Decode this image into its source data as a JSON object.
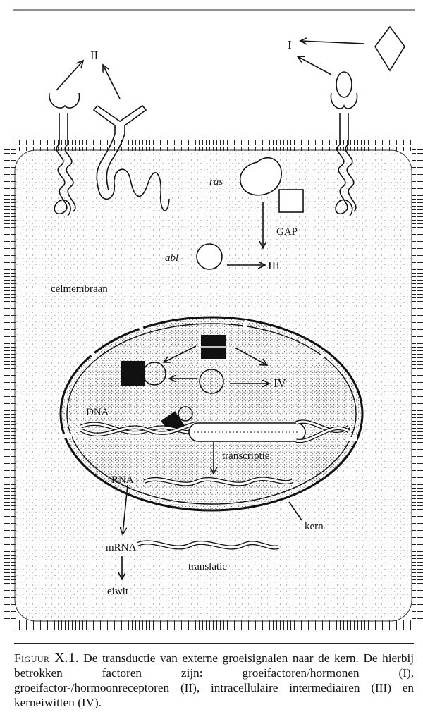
{
  "labels": {
    "receptors_group": "II",
    "growth_factor_group": "I",
    "ras": "ras",
    "gap": "GAP",
    "abl": "abl",
    "intracellular_group": "III",
    "cell_membrane": "celmembraan",
    "nuclear_proteins_group": "IV",
    "dna": "DNA",
    "transcription": "transcriptie",
    "rna": "RNA",
    "nucleus": "kern",
    "mrna": "mRNA",
    "translation": "translatie",
    "protein": "eiwit"
  },
  "caption": {
    "figure_label": "Figuur",
    "figure_number": "X.1.",
    "text": "De transductie van externe groeisignalen naar de kern. De hierbij betrokken factoren zijn: groeifactoren/hormonen (I), groeifactor-/hormoonreceptoren (II), intracellulaire intermediairen (III) en kerneiwitten (IV)."
  }
}
